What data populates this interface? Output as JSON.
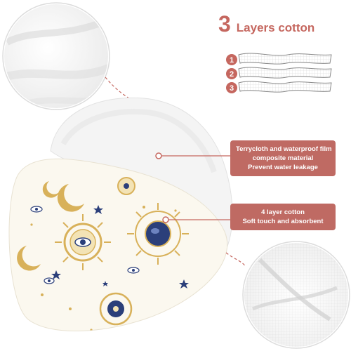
{
  "header": {
    "number": "3",
    "title": "Layers cotton"
  },
  "layer_badges": [
    "1",
    "2",
    "3"
  ],
  "callouts": [
    {
      "lines": [
        "Terrycloth and waterproof film",
        "composite material",
        "Prevent water leakage"
      ]
    },
    {
      "lines": [
        "4 layer cotton",
        "Soft touch and absorbent"
      ]
    }
  ],
  "colors": {
    "accent": "#c5675f",
    "callout_bg": "#bf6a63",
    "gold": "#d8b15a",
    "navy": "#2b3f7a"
  },
  "icons": [
    "sun-motif-icon",
    "moon-motif-icon",
    "eye-motif-icon",
    "star-icon"
  ]
}
